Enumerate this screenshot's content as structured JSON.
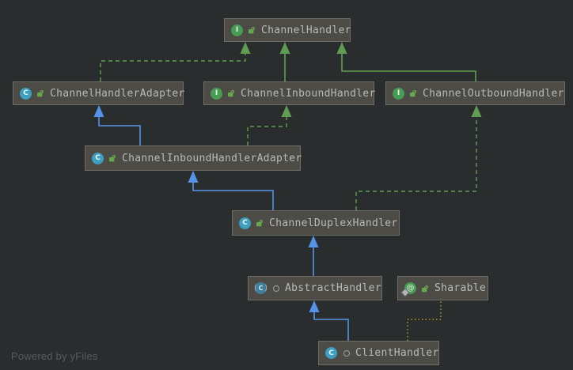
{
  "diagram": {
    "nodes": [
      {
        "id": "ChannelHandler",
        "label": "ChannelHandler",
        "kind": "interface",
        "icon_letter": "I",
        "visibility": "public"
      },
      {
        "id": "ChannelHandlerAdapter",
        "label": "ChannelHandlerAdapter",
        "kind": "class",
        "icon_letter": "C",
        "visibility": "public"
      },
      {
        "id": "ChannelInboundHandler",
        "label": "ChannelInboundHandler",
        "kind": "interface",
        "icon_letter": "I",
        "visibility": "public"
      },
      {
        "id": "ChannelOutboundHandler",
        "label": "ChannelOutboundHandler",
        "kind": "interface",
        "icon_letter": "I",
        "visibility": "public"
      },
      {
        "id": "ChannelInboundHandlerAdapter",
        "label": "ChannelInboundHandlerAdapter",
        "kind": "class",
        "icon_letter": "C",
        "visibility": "public"
      },
      {
        "id": "ChannelDuplexHandler",
        "label": "ChannelDuplexHandler",
        "kind": "class",
        "icon_letter": "C",
        "visibility": "public"
      },
      {
        "id": "AbstractHandler",
        "label": "AbstractHandler",
        "kind": "abstract-class",
        "icon_letter": "C",
        "visibility": "package-private"
      },
      {
        "id": "Sharable",
        "label": "Sharable",
        "kind": "annotation",
        "icon_letter": "@",
        "visibility": "public",
        "static": true
      },
      {
        "id": "ClientHandler",
        "label": "ClientHandler",
        "kind": "class",
        "icon_letter": "C",
        "visibility": "package-private"
      }
    ],
    "edges": [
      {
        "from": "ChannelInboundHandler",
        "to": "ChannelHandler",
        "relation": "extends"
      },
      {
        "from": "ChannelOutboundHandler",
        "to": "ChannelHandler",
        "relation": "extends"
      },
      {
        "from": "ChannelHandlerAdapter",
        "to": "ChannelHandler",
        "relation": "implements"
      },
      {
        "from": "ChannelInboundHandlerAdapter",
        "to": "ChannelInboundHandler",
        "relation": "implements"
      },
      {
        "from": "ChannelInboundHandlerAdapter",
        "to": "ChannelHandlerAdapter",
        "relation": "extends"
      },
      {
        "from": "ChannelDuplexHandler",
        "to": "ChannelInboundHandlerAdapter",
        "relation": "extends"
      },
      {
        "from": "ChannelDuplexHandler",
        "to": "ChannelOutboundHandler",
        "relation": "implements"
      },
      {
        "from": "AbstractHandler",
        "to": "ChannelDuplexHandler",
        "relation": "extends"
      },
      {
        "from": "ClientHandler",
        "to": "AbstractHandler",
        "relation": "extends"
      },
      {
        "from": "ClientHandler",
        "to": "Sharable",
        "relation": "annotation"
      }
    ],
    "colors": {
      "background": "#2a2d2e",
      "node_fill": "#4c4b45",
      "node_border": "#6e6d65",
      "label": "#b7babc",
      "extends_class_edge": "#5693e8",
      "interface_edge": "#5f9e52",
      "annotation_edge": "#aaa32e",
      "interface_icon": "#499C54",
      "class_icon": "#3f9fc1"
    }
  },
  "watermark": {
    "text": "Powered by yFiles"
  }
}
